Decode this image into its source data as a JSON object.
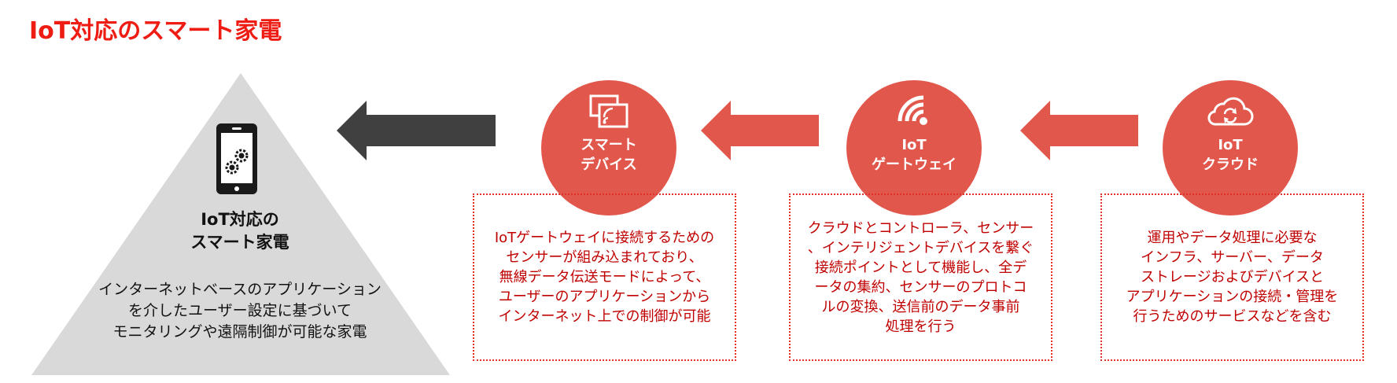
{
  "title": "IoT対応のスマート家電",
  "pyramid": {
    "title_lines": [
      "IoT対応の",
      "スマート家電"
    ],
    "desc_lines": [
      "インターネットベースのアプリケーション",
      "を介したユーザー設定に基づいて",
      "モニタリングや遠隔制御が可能な家電"
    ],
    "icon": "smartphone-gears-icon"
  },
  "nodes": [
    {
      "label_lines": [
        "スマート",
        "デバイス"
      ],
      "icon": "cast-screen-icon",
      "desc_lines": [
        "IoTゲートウェイに接続するための",
        "センサーが組み込まれており、",
        "無線データ伝送モードによって、",
        "ユーザーのアプリケーションから",
        "インターネット上での制御が可能"
      ]
    },
    {
      "label_lines": [
        "IoT",
        "ゲートウェイ"
      ],
      "icon": "wifi-icon",
      "desc_lines": [
        "クラウドとコントローラ、センサー",
        "、インテリジェントデバイスを繋ぐ",
        "接続ポイントとして機能し、全デ",
        "ータの集約、センサーのプロトコ",
        "ルの変換、送信前のデータ事前",
        "処理を行う"
      ]
    },
    {
      "label_lines": [
        "IoT",
        "クラウド"
      ],
      "icon": "cloud-sync-icon",
      "desc_lines": [
        "運用やデータ処理に必要な",
        "インフラ、サーバー、データ",
        "ストレージおよびデバイスと",
        "アプリケーションの接続・管理を",
        "行うためのサービスなどを含む"
      ]
    }
  ],
  "colors": {
    "title": "#ee1c13",
    "node_fill": "#e2574c",
    "desc_text": "#c00000",
    "box_border": "#e0322a",
    "pyramid_fill": "#d9d9d9",
    "main_arrow": "#404040"
  }
}
